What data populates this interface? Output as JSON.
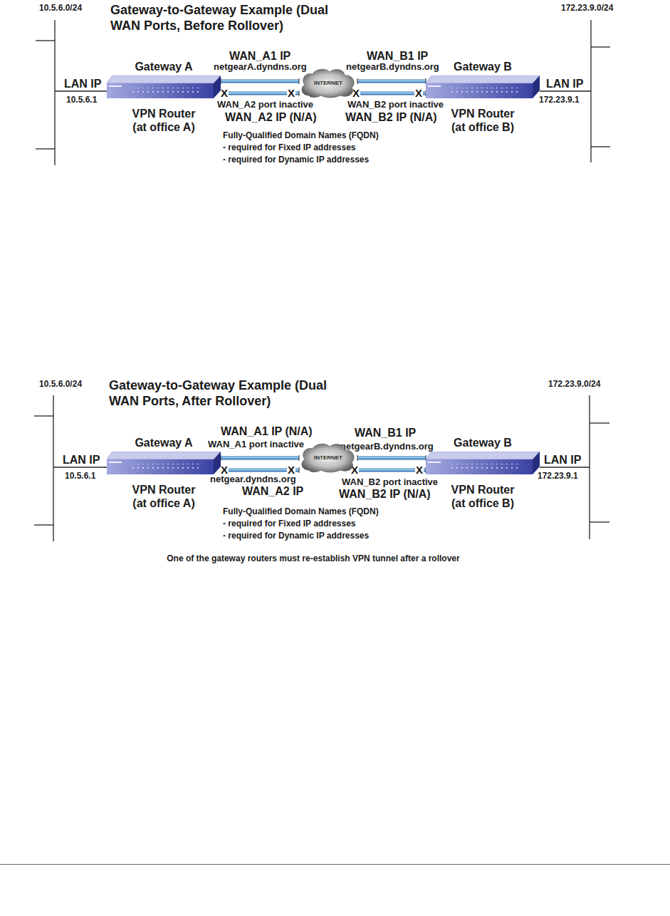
{
  "diagram": {
    "title": "Gateway-to-Gateway Example (Dual WAN Ports, Before Rollover)",
    "caption": "One of the gateway routers must re-establish VPN tunnel after a rollover",
    "nodes": [
      {
        "text": [
          "Gateway A",
          "VPN Router (at office A)"
        ]
      },
      {
        "text": [
          "INTERNET"
        ]
      },
      {
        "text": [
          "Gateway B",
          "VPN Router (at office B)"
        ]
      },
      {
        "text": [
          "Gateway A",
          "VPN Router (at office A)"
        ]
      },
      {
        "text": [
          "INTERNET"
        ]
      },
      {
        "text": [
          "Gateway B",
          "VPN Router (at office B)"
        ]
      }
    ],
    "edges": [
      {
        "from": 0,
        "to": 1,
        "arrow": "none"
      },
      {
        "from": 0,
        "to": 1,
        "arrow": "none"
      },
      {
        "from": 2,
        "to": 1,
        "arrow": "none"
      },
      {
        "from": 2,
        "to": 1,
        "arrow": "none"
      },
      {
        "from": 3,
        "to": 4,
        "arrow": "none"
      },
      {
        "from": 3,
        "to": 4,
        "arrow": "none"
      },
      {
        "from": 5,
        "to": 4,
        "arrow": "none"
      },
      {
        "from": 5,
        "to": 4,
        "arrow": "none"
      }
    ],
    "labels": [
      "10.5.6.0/24",
      "172.23.9.0/24",
      "LAN IP",
      "10.5.6.1",
      "WAN_A1 IP",
      "netgearA.dyndns.org",
      "X",
      "X",
      "WAN_A2 port inactive",
      "WAN_A2 IP (N/A)",
      "WAN_B1 IP",
      "netgearB.dyndns.org",
      "X",
      "X",
      "WAN_B2 port inactive",
      "WAN_B2 IP (N/A)",
      "LAN IP",
      "172.23.9.1",
      "Fully-Qualified Domain Names (FQDN)",
      "- required for Fixed IP addresses",
      "- required for Dynamic IP addresses",
      "10.5.6.0/24",
      "Gateway-to-Gateway Example (Dual WAN Ports, After Rollover)",
      "172.23.9.0/24",
      "LAN IP",
      "10.5.6.1",
      "WAN_A1 IP (N/A)",
      "WAN_A1 port inactive",
      "X",
      "X",
      "netgear.dyndns.org",
      "WAN_A2 IP",
      "WAN_B1 IP",
      "netgearB.dyndns.org",
      "X",
      "X",
      "WAN_B2 port inactive",
      "WAN_B2 IP (N/A)",
      "LAN IP",
      "172.23.9.1",
      "Fully-Qualified Domain Names (FQDN)",
      "- required for Fixed IP addresses",
      "- required for Dynamic IP addresses"
    ]
  }
}
